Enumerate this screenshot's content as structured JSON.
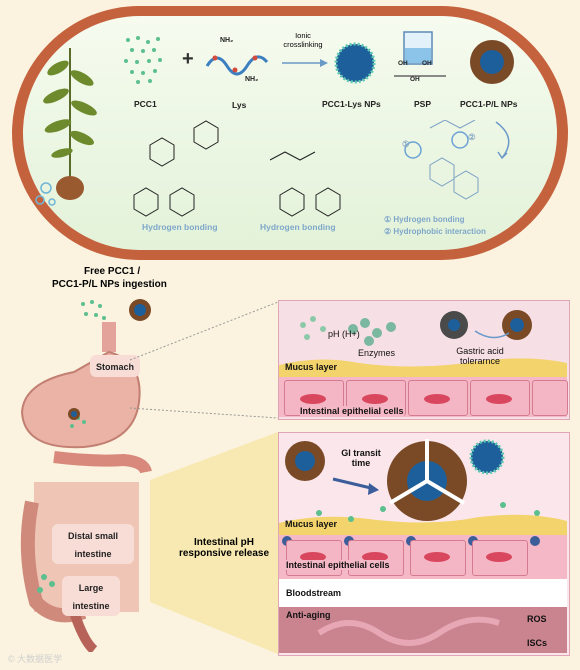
{
  "synthesis": {
    "pcc1": "PCC1",
    "lys": "Lys",
    "plus": "+",
    "crosslink": "Ionic crosslinking",
    "pcc1_lys": "PCC1-Lys NPs",
    "psp": "PSP",
    "pcc1_pl": "PCC1-P/L NPs",
    "nh2": "NH₂",
    "oh": "OH",
    "hbond_1": "Hydrogen bonding",
    "hbond_2": "Hydrogen bonding",
    "legend_1": "① Hydrogen bonding",
    "legend_2": "② Hydrophobic interaction",
    "circled_1": "①",
    "circled_2": "②"
  },
  "ingestion": {
    "line1": "Free PCC1 /",
    "line2": "PCC1-P/L NPs ingestion"
  },
  "organs": {
    "stomach": "Stomach",
    "distal": "Distal small intestine",
    "large": "Large intestine",
    "release": "Intestinal pH responsive release"
  },
  "stomach_panel": {
    "ph": "pH  (H+)",
    "enzymes": "Enzymes",
    "gastric": "Gastric acid tolerarnce",
    "mucus": "Mucus layer",
    "epithelial": "Intestinal epithelial cells"
  },
  "intestine_panel": {
    "gi": "GI transit time",
    "mucus": "Mucus layer",
    "epithelial": "Intestinal epithelial cells",
    "blood": "Bloodstream",
    "aging": "Anti-aging",
    "ros": "ROS",
    "iscs": "ISCs"
  },
  "watermark": "© 大数据医学"
}
